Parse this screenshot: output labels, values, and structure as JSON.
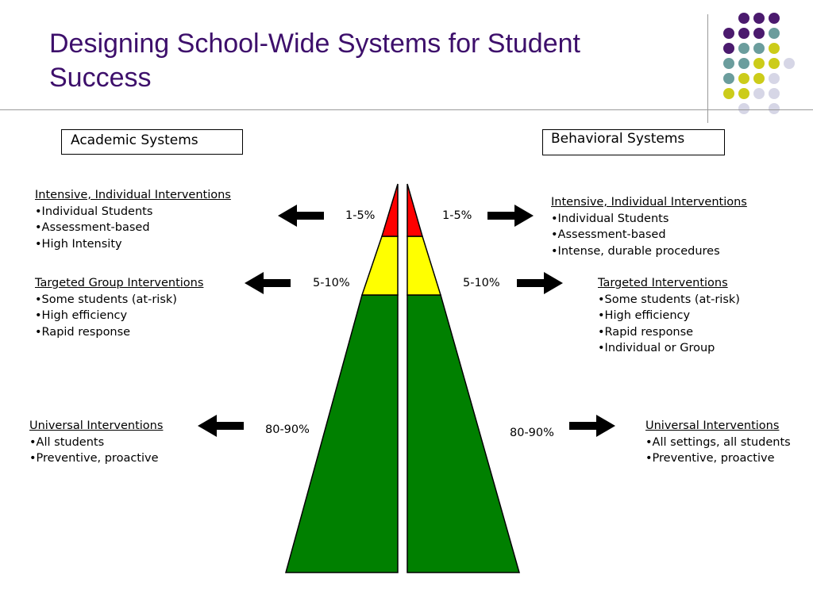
{
  "title": {
    "line1": "Designing School-Wide Systems for Student",
    "line2": "Success"
  },
  "academic": {
    "label": "Academic Systems",
    "intensive": {
      "heading": "Intensive, Individual Interventions",
      "items": [
        "•Individual Students",
        "•Assessment-based",
        "•High Intensity"
      ]
    },
    "targeted": {
      "heading": "Targeted Group Interventions",
      "items": [
        "•Some students (at-risk)",
        "•High efficiency",
        "•Rapid response"
      ]
    },
    "universal": {
      "heading": "Universal Interventions",
      "items": [
        "•All students",
        "•Preventive,  proactive"
      ]
    },
    "pct_top": "1-5%",
    "pct_mid": "5-10%",
    "pct_base": "80-90%"
  },
  "behavioral": {
    "label": "Behavioral Systems",
    "intensive": {
      "heading": "Intensive, Individual Interventions",
      "items": [
        "•Individual Students",
        "•Assessment-based",
        "•Intense, durable procedures"
      ]
    },
    "targeted": {
      "heading": "Targeted Interventions",
      "items": [
        "•Some students (at-risk)",
        "•High efficiency",
        "•Rapid response",
        "•Individual or Group"
      ]
    },
    "universal": {
      "heading": "Universal Interventions",
      "items": [
        "•All settings, all students",
        "•Preventive,  proactive"
      ]
    },
    "pct_top": "1-5%",
    "pct_mid": "5-10%",
    "pct_base": "80-90%"
  },
  "colors": {
    "title": "#3d0f6b",
    "tier_intensive": "#ff0000",
    "tier_targeted": "#ffff00",
    "tier_universal": "#008000",
    "dot_purple": "#4b1a6e",
    "dot_teal": "#6b9d9d",
    "dot_olive": "#cccc1a",
    "dot_lavender": "#d6d6e6"
  }
}
